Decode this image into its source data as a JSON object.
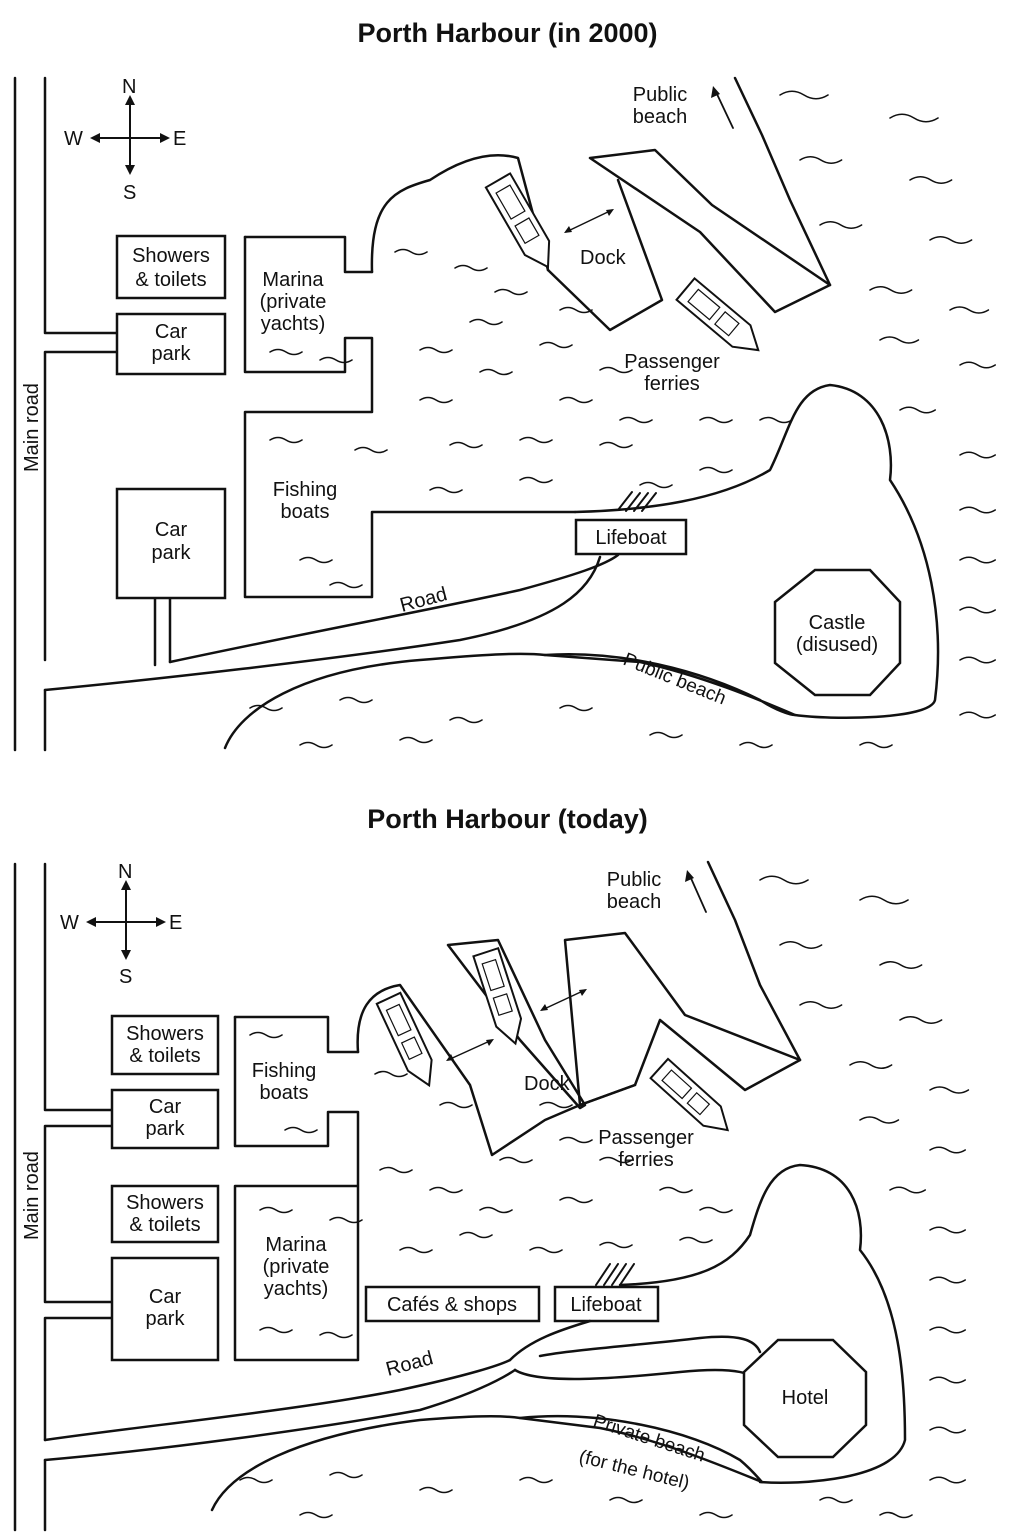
{
  "maps": {
    "before": {
      "title": "Porth Harbour (in 2000)",
      "compass": {
        "n": "N",
        "s": "S",
        "e": "E",
        "w": "W"
      },
      "main_road": "Main road",
      "showers": [
        "Showers",
        "& toilets"
      ],
      "car_park_top": [
        "Car",
        "park"
      ],
      "car_park_bottom": [
        "Car",
        "park"
      ],
      "marina": [
        "Marina",
        "(private",
        "yachts)"
      ],
      "fishing": [
        "Fishing",
        "boats"
      ],
      "dock": "Dock",
      "public_beach_north": [
        "Public",
        "beach"
      ],
      "ferries": [
        "Passenger",
        "ferries"
      ],
      "lifeboat": "Lifeboat",
      "road": "Road",
      "castle": [
        "Castle",
        "(disused)"
      ],
      "public_beach_south": "Public beach"
    },
    "after": {
      "title": "Porth Harbour (today)",
      "compass": {
        "n": "N",
        "s": "S",
        "e": "E",
        "w": "W"
      },
      "main_road": "Main road",
      "showers_top": [
        "Showers",
        "& toilets"
      ],
      "car_park_top": [
        "Car",
        "park"
      ],
      "showers_bottom": [
        "Showers",
        "& toilets"
      ],
      "car_park_bottom": [
        "Car",
        "park"
      ],
      "fishing": [
        "Fishing",
        "boats"
      ],
      "marina": [
        "Marina",
        "(private",
        "yachts)"
      ],
      "dock": "Dock",
      "public_beach_north": [
        "Public",
        "beach"
      ],
      "ferries": [
        "Passenger",
        "ferries"
      ],
      "cafes": "Cafés & shops",
      "lifeboat": "Lifeboat",
      "road": "Road",
      "hotel": "Hotel",
      "private_beach": "Private beach",
      "private_beach_note": "(for the hotel)"
    }
  }
}
